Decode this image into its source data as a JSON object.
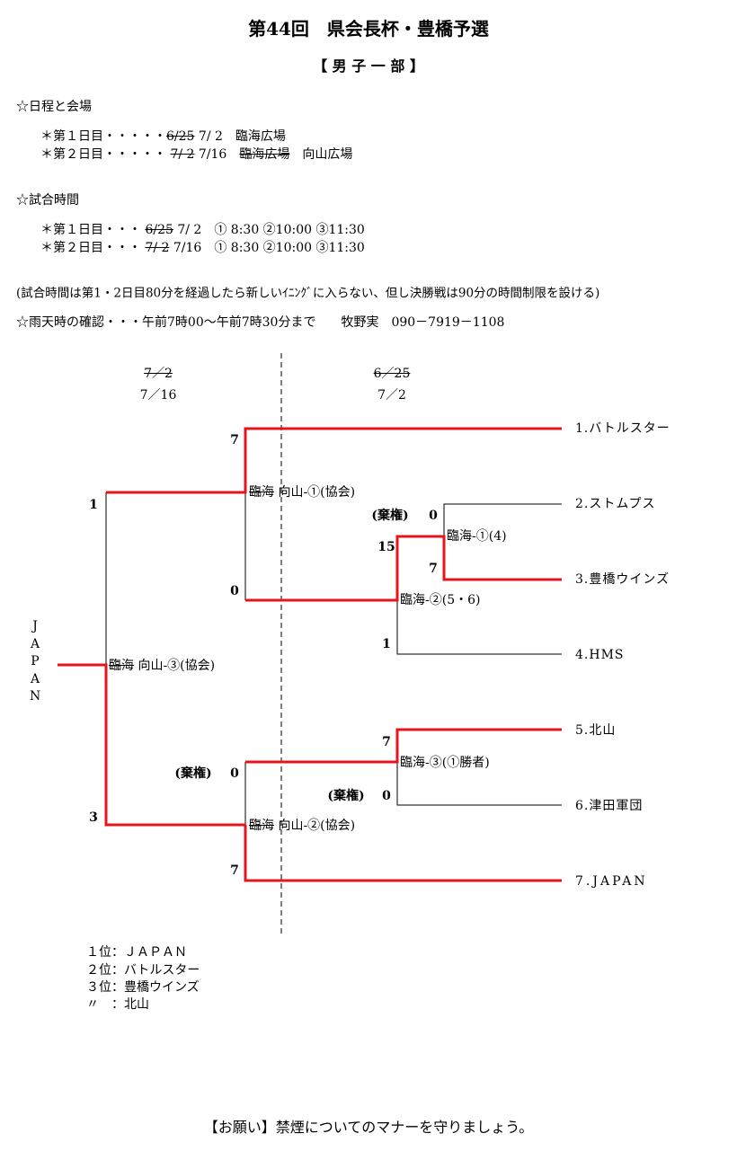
{
  "title": "第44回　県会長杯・豊橋予選",
  "subtitle": "【 男 子 一 部 】",
  "schedule": {
    "heading": "☆日程と会場",
    "day1": {
      "prefix": "＊第１日目・・・・・",
      "old_date": "6/25",
      "date": "7/ 2",
      "venue": "臨海広場"
    },
    "day2": {
      "prefix": "＊第２日目・・・・・ ",
      "old_date": "7/ 2",
      "date": "7/16",
      "old_venue": "臨海広場",
      "venue": "向山広場"
    }
  },
  "times": {
    "heading": "☆試合時間",
    "day1": {
      "prefix": "＊第１日目・・・ ",
      "old_date": "6/25",
      "date": "7/ 2",
      "slots": "① 8:30 ②10:00 ③11:30"
    },
    "day2": {
      "prefix": "＊第２日目・・・ ",
      "old_date": "7/ 2",
      "date": "7/16",
      "slots": "① 8:30 ②10:00 ③11:30"
    }
  },
  "note": "(試合時間は第1・2日目80分を経過したら新しいｲﾆﾝｸﾞに入らない、但し決勝戦は90分の時間制限を設ける)",
  "rain": "☆雨天時の確認・・・午前7時00～午前7時30分まで　　牧野実　090－7919－1108",
  "bracket": {
    "left_dates": {
      "old": "7／2",
      "new": "7／16"
    },
    "right_dates": {
      "old": "6／25",
      "new": "7／2"
    },
    "teams": [
      "1.バトルスター",
      "2.ストムプス",
      "3.豊橋ウインズ",
      "4.HMS",
      "5.北山",
      "6.津田軍団",
      "7.JAPAN"
    ],
    "champion_vertical": "JAPAN",
    "matches": {
      "r1_1": "臨海-①(4)",
      "r1_2": "臨海-②(5・6)",
      "r1_3": "臨海-③(①勝者)",
      "semi1": {
        "old": "臨海",
        "new": " 向山-①(協会)"
      },
      "semi2": {
        "old": "臨海",
        "new": " 向山-②(協会)"
      },
      "final": {
        "old": "臨海",
        "new": " 向山-③(協会)"
      }
    },
    "forfeit": "(棄権)",
    "scores": {
      "m1_top": "0",
      "m1_bottom": "7",
      "m2_top": "15",
      "m2_bottom": "1",
      "m3_top": "7",
      "m3_bottom": "0",
      "s1_top": "7",
      "s1_bottom": "0",
      "s2_top": "0",
      "s2_bottom": "7",
      "f_top": "1",
      "f_bottom": "3"
    }
  },
  "ranking": [
    "１位：ＪＡＰＡＮ",
    "２位：バトルスター",
    "３位：豊橋ウインズ",
    "〃　：北山"
  ],
  "footer": "【お願い】禁煙についてのマナーを守りましょう。",
  "colors": {
    "winner_line": "#e8141c",
    "line": "#000000"
  }
}
